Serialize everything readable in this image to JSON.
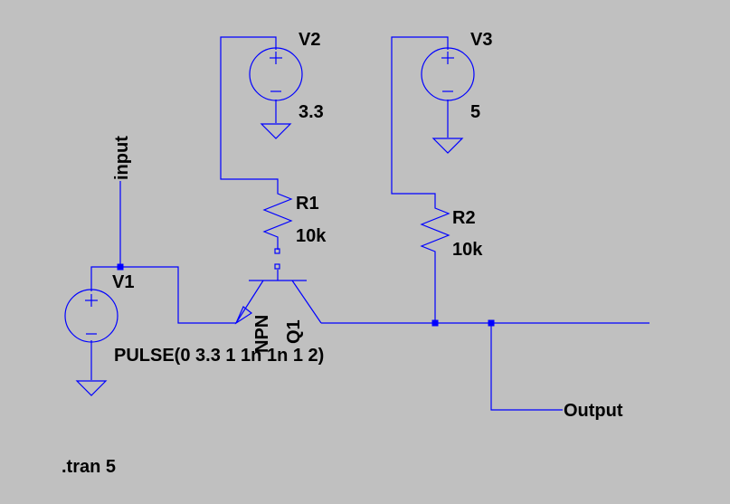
{
  "colors": {
    "background": "#c0c0c0",
    "wire": "#0000ff",
    "text": "#000000"
  },
  "components": {
    "v1": {
      "name": "V1",
      "value": "PULSE(0 3.3 1 1n 1n 1 2)"
    },
    "v2": {
      "name": "V2",
      "value": "3.3"
    },
    "v3": {
      "name": "V3",
      "value": "5"
    },
    "r1": {
      "name": "R1",
      "value": "10k"
    },
    "r2": {
      "name": "R2",
      "value": "10k"
    },
    "q1": {
      "name": "Q1",
      "model": "NPN"
    }
  },
  "net_labels": {
    "input": "input",
    "output": "Output"
  },
  "directive": ".tran 5"
}
